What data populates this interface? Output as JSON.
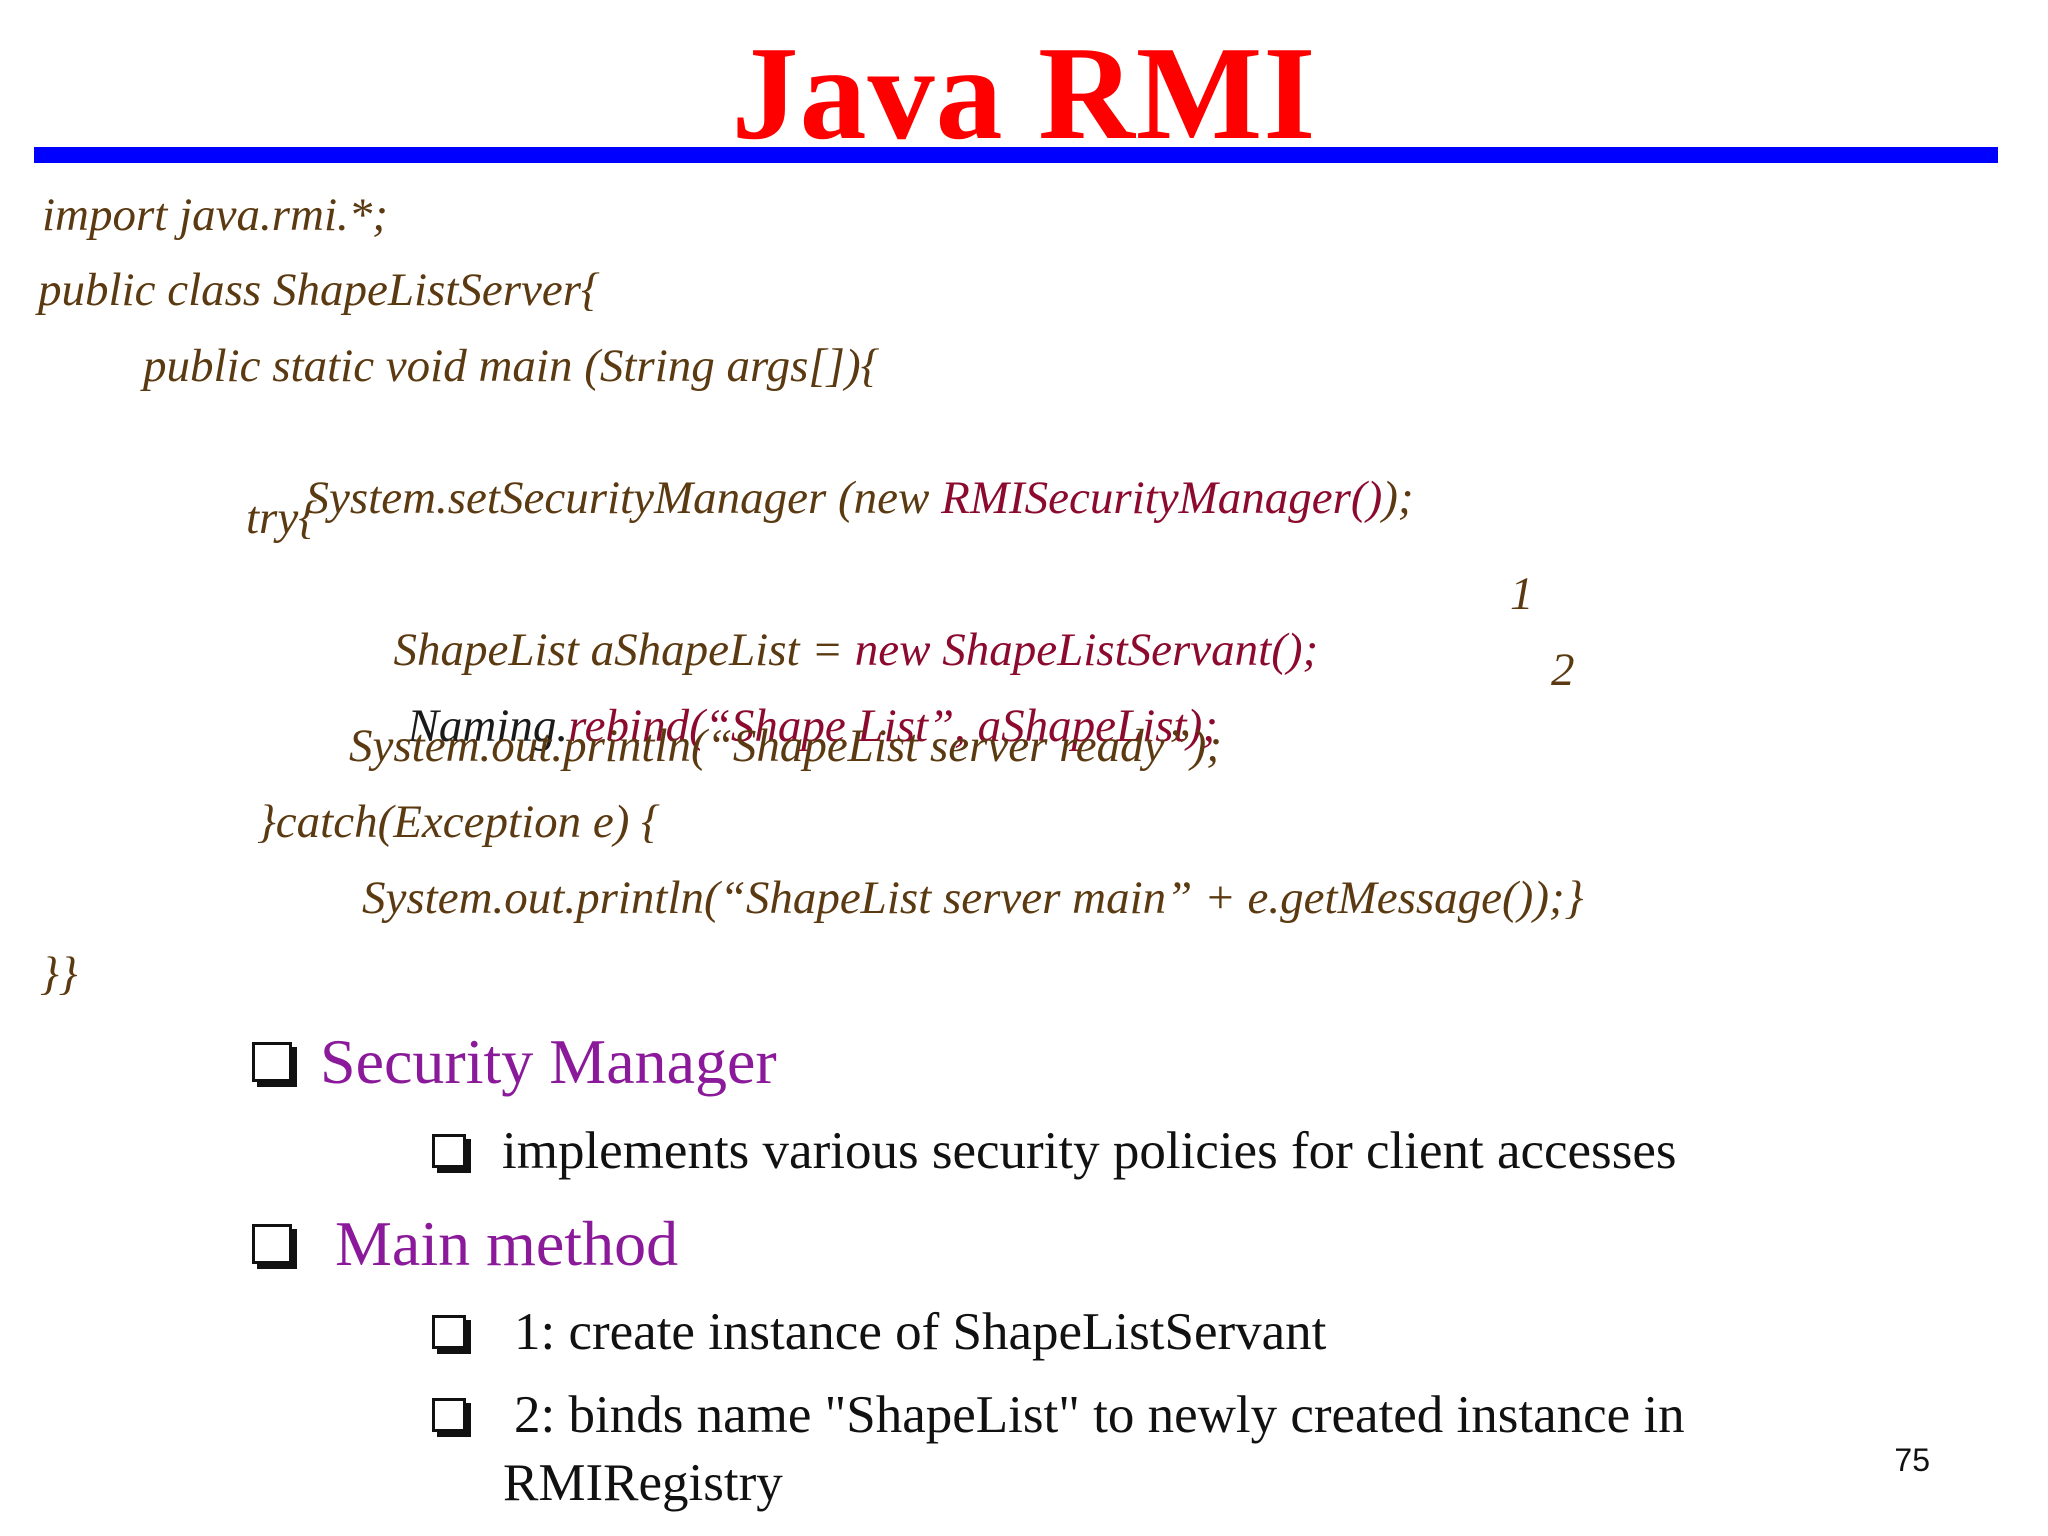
{
  "slide": {
    "title": "Java RMI",
    "page_number": "75"
  },
  "code": {
    "line1": "import java.rmi.*;",
    "line2": "public class ShapeListServer{",
    "line3": "public static void main (String args[]){",
    "line4_a": "System.setSecurityManager (new ",
    "line4_b": "RMISecurityManager()",
    "line4_c": ");",
    "line5": "try{",
    "line6_a": "ShapeList aShapeList = ",
    "line6_b": "new ShapeListServant();",
    "line6_marker": "1",
    "line7_a": "Naming.",
    "line7_b": "rebind(“Shape List”, aShapeList);",
    "line7_marker": "2",
    "line8": "System.out.println(“ShapeList server ready”);",
    "line9": "}catch(Exception e) {",
    "line10": "System.out.println(“ShapeList server main” + e.getMessage());}",
    "line11": "}}"
  },
  "bullets": {
    "security_manager": "Security Manager",
    "security_manager_sub1": "implements various security policies for client accesses",
    "main_method": "Main method",
    "main_method_sub1": "1: create instance of ShapeListServant",
    "main_method_sub2_line1": "2: binds name \"ShapeList\" to newly created instance in",
    "main_method_sub2_line2": "RMIRegistry"
  },
  "colors": {
    "title": "#ff0000",
    "rule": "#0000ff",
    "code": "#5b3a12",
    "code_highlight": "#8b0a2e",
    "heading_bullets": "#8b1a9a"
  }
}
